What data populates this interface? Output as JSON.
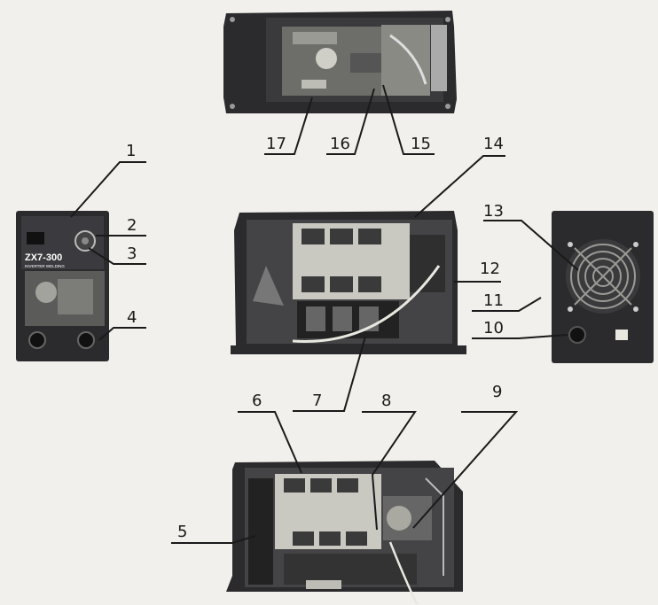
{
  "front_panel": {
    "model": "ZX7-300",
    "subtitle": "INVERTER WELDING"
  },
  "callouts": {
    "c1": "1",
    "c2": "2",
    "c3": "3",
    "c4": "4",
    "c5": "5",
    "c6": "6",
    "c7": "7",
    "c8": "8",
    "c9": "9",
    "c10": "10",
    "c11": "11",
    "c12": "12",
    "c13": "13",
    "c14": "14",
    "c15": "15",
    "c16": "16",
    "c17": "17"
  },
  "colors": {
    "background": "#f2f0ec",
    "machine_body": "#2b2a2c",
    "line": "#1a1a1a"
  }
}
